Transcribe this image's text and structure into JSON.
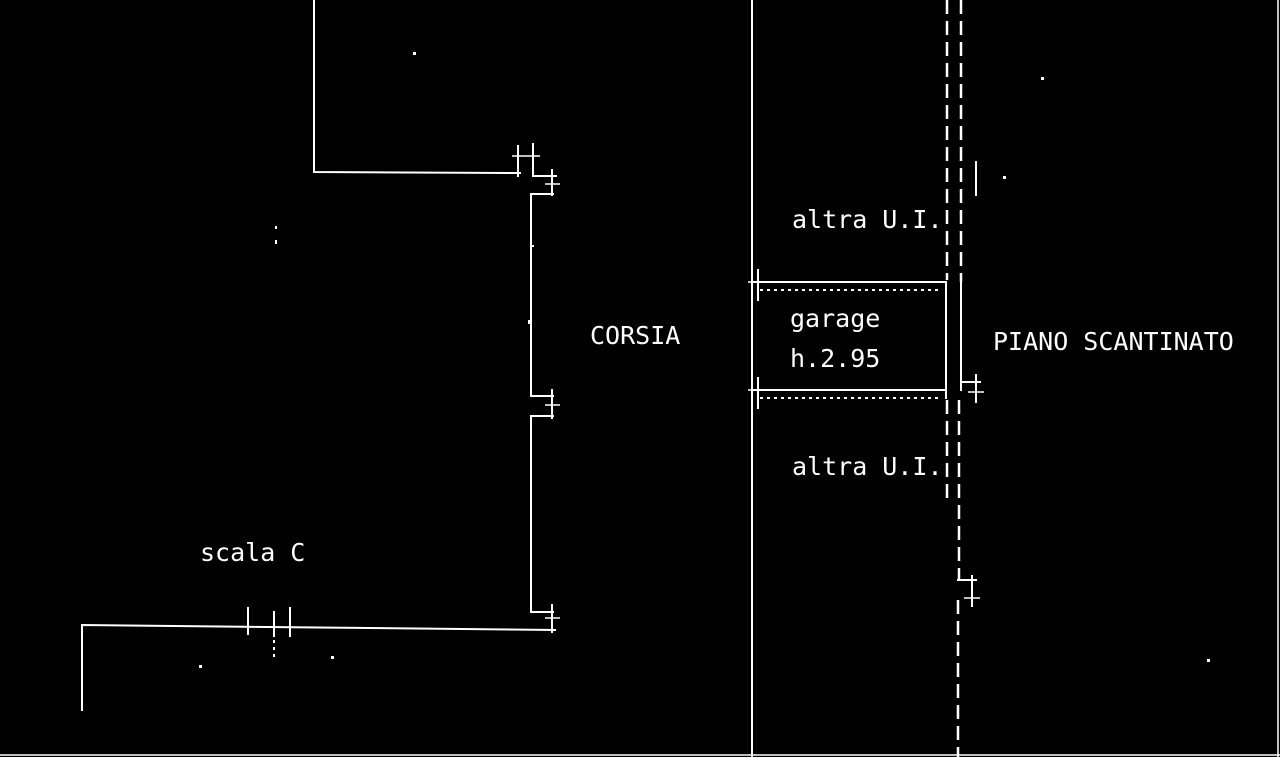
{
  "labels": {
    "altra_ui_top": "altra U.I.",
    "garage_name": "garage",
    "garage_height": "h.2.95",
    "corsia": "CORSIA",
    "piano_scantinato": "PIANO SCANTINATO",
    "altra_ui_bottom": "altra U.I.",
    "scala_c": "scala C"
  },
  "colors": {
    "background": "#000000",
    "line": "#ffffff"
  }
}
